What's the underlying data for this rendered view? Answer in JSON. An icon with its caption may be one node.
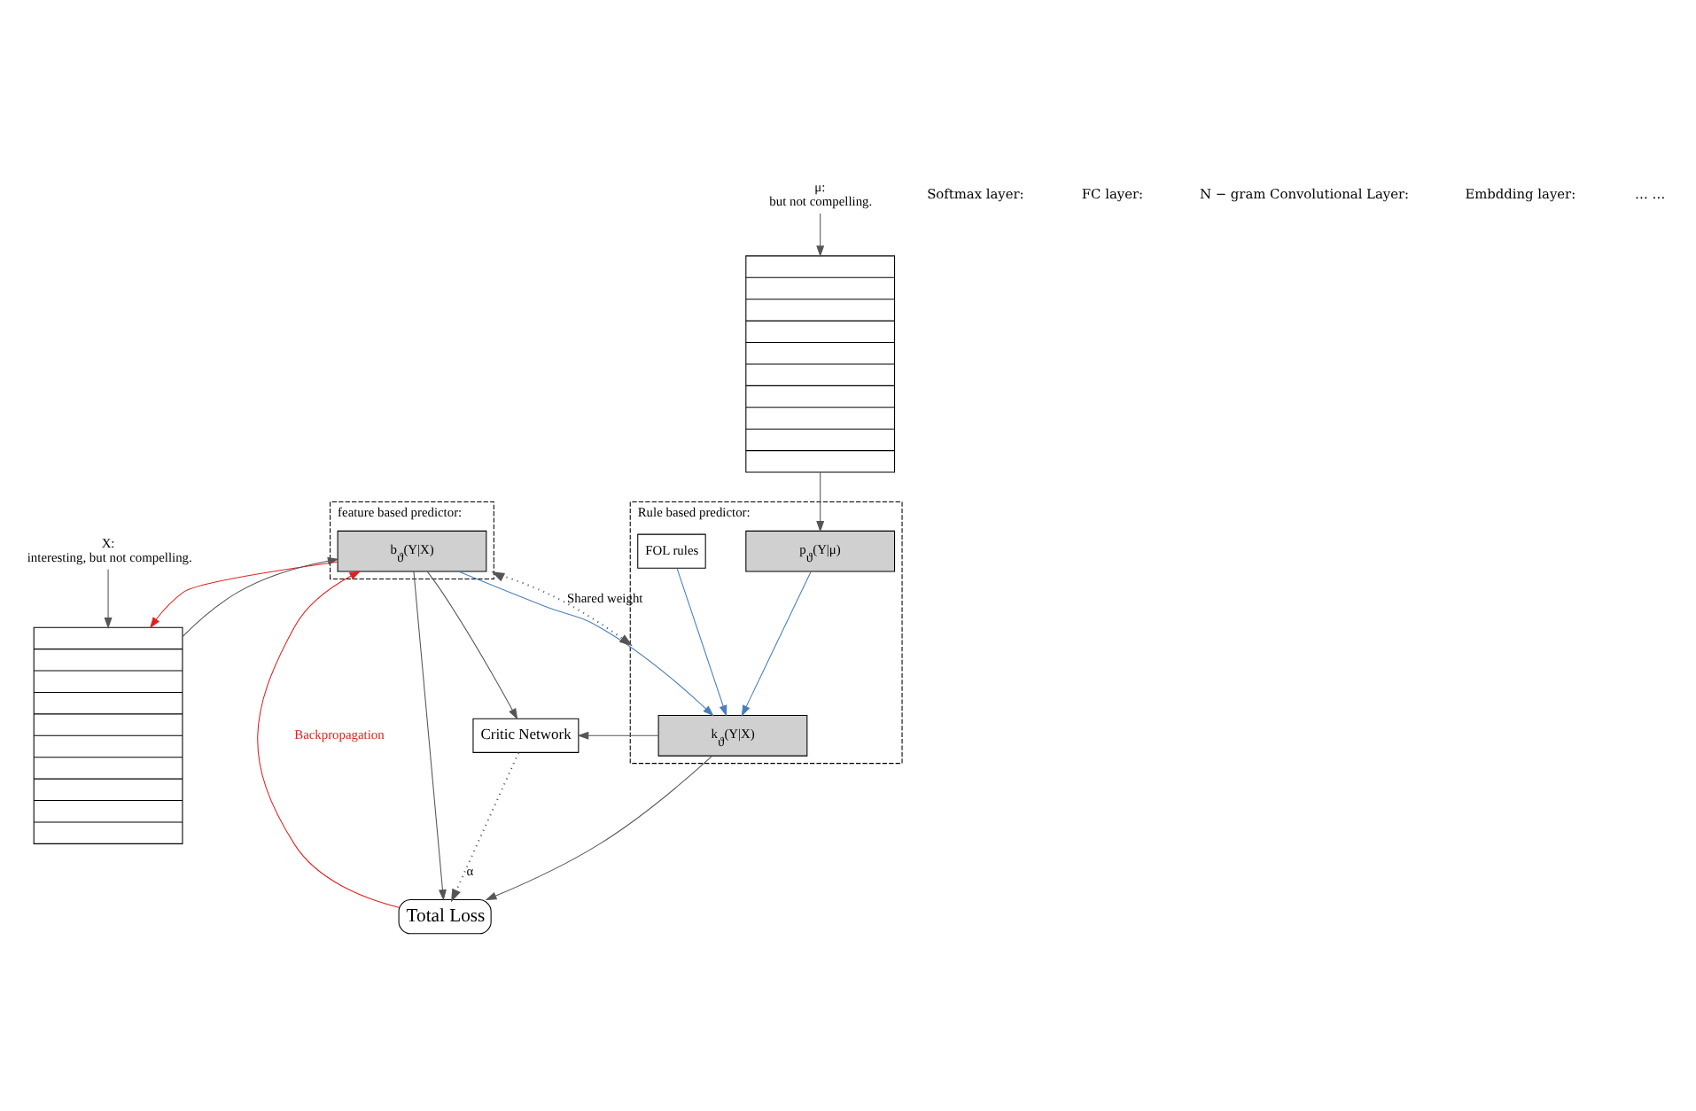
{
  "diagram": {
    "nodes": [
      {
        "text": [
          "feature based predictor:"
        ]
      },
      {
        "text": [
          "b$_{ϑ}$(Y|X)"
        ],
        "in": 0
      },
      {
        "text": [
          "Rule based predictor:"
        ]
      },
      {
        "text": [
          "k$_{ϑ}$(Y|X)"
        ],
        "in": 2
      },
      {
        "text": [
          "p$_{ϑ}$(Y|μ)"
        ],
        "in": 2
      },
      {
        "text": [
          "FOL rules"
        ],
        "in": 2
      },
      {
        "text": [
          "Total Loss"
        ]
      },
      {
        "text": [
          "Critic Network"
        ]
      },
      {
        "text": [],
        "shape": "bar"
      },
      {
        "text": [],
        "shape": "bar"
      },
      {
        "text": [
          "X:",
          "interesting, but not compelling."
        ]
      },
      {
        "text": [
          "μ:",
          "but not compelling."
        ]
      }
    ],
    "edges": [
      {
        "from": 6,
        "to": 1,
        "arrow": "to",
        "label": "Backpropagation",
        "color": "#e02020"
      },
      {
        "from": 1,
        "to": 6,
        "arrow": "to"
      },
      {
        "from": 1,
        "to": 7,
        "arrow": "to"
      },
      {
        "from": 7,
        "to": 6,
        "arrow": "to",
        "label": "α",
        "style": "dashed"
      },
      {
        "from": 3,
        "to": 7,
        "arrow": "to"
      },
      {
        "from": 3,
        "to": 6,
        "arrow": "to"
      },
      {
        "from": 1,
        "to": 3,
        "arrow": "to",
        "color": "#4a7ebb"
      },
      {
        "from": 5,
        "to": 3,
        "arrow": "to",
        "color": "#4a7ebb"
      },
      {
        "from": 4,
        "to": 3,
        "arrow": "to",
        "color": "#4a7ebb"
      },
      {
        "from": 0,
        "to": 2,
        "arrow": "both",
        "label": "Shared weight",
        "style": "dashed"
      },
      {
        "from": 1,
        "to": 8,
        "arrow": "to",
        "color": "#e02020"
      },
      {
        "from": 8,
        "to": 1,
        "arrow": "to"
      },
      {
        "from": 10,
        "to": 8,
        "arrow": "to"
      },
      {
        "from": 9,
        "to": 4,
        "arrow": "to"
      },
      {
        "from": 11,
        "to": 9,
        "arrow": "to"
      }
    ],
    "labels": [
      "Softmax layer:",
      "FC layer:",
      "N − gram Convolutional Layer:",
      "Embdding layer:",
      "… …"
    ]
  }
}
